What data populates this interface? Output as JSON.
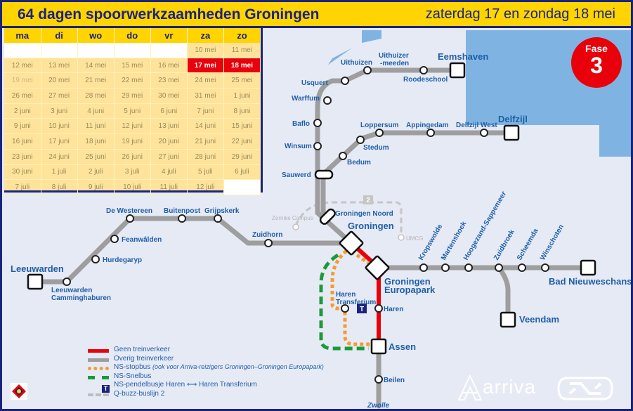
{
  "header": {
    "title": "64 dagen spoorwerkzaamheden Groningen",
    "date": "zaterdag 17 en zondag 18 mei"
  },
  "calendar": {
    "days": [
      "ma",
      "di",
      "wo",
      "do",
      "vr",
      "za",
      "zo"
    ],
    "rows": [
      [
        "",
        "",
        "",
        "",
        "",
        "10 mei",
        "11 mei"
      ],
      [
        "12 mei",
        "13 mei",
        "14 mei",
        "15 mei",
        "16 mei",
        "17 mei",
        "18 mei"
      ],
      [
        "19 mei",
        "20 mei",
        "21 mei",
        "22 mei",
        "23 mei",
        "24 mei",
        "25 mei"
      ],
      [
        "26 mei",
        "27 mei",
        "28 mei",
        "29 mei",
        "30 mei",
        "31 mei",
        "1 juni"
      ],
      [
        "2 juni",
        "3 juni",
        "4 juni",
        "5 juni",
        "6 juni",
        "7 juni",
        "8 juni"
      ],
      [
        "9 juni",
        "10 juni",
        "11 juni",
        "12 juni",
        "13 juni",
        "14 juni",
        "15 juni"
      ],
      [
        "16 juni",
        "17 juni",
        "18 juni",
        "19 juni",
        "20 juni",
        "21 juni",
        "22 juni"
      ],
      [
        "23 juni",
        "24 juni",
        "25 juni",
        "26 juni",
        "27 juni",
        "28 juni",
        "29 juni"
      ],
      [
        "30 juni",
        "1 juli",
        "2 juli",
        "3 juli",
        "4 juli",
        "5 juli",
        "6 juli"
      ],
      [
        "7 juli",
        "8 juli",
        "9 juli",
        "10 juli",
        "11 juli",
        "12 juli",
        ""
      ]
    ]
  },
  "fase": {
    "label": "Fase",
    "number": "3"
  },
  "stations": {
    "eemshaven": "Eemshaven",
    "uithuizermeeden": "Uithuizer",
    "uithuizermeeden2": "-meeden",
    "uithuizen": "Uithuizen",
    "roodeschool": "Roodeschool",
    "usquert": "Usquert",
    "warffum": "Warffum",
    "baflo": "Baflo",
    "winsum": "Winsum",
    "sauwerd": "Sauwerd",
    "loppersum": "Loppersum",
    "appingedam": "Appingedam",
    "delfzijl_west": "Delfzijl West",
    "delfzijl": "Delfzijl",
    "stedum": "Stedum",
    "bedum": "Bedum",
    "groningen_noord": "Groningen Noord",
    "groningen": "Groningen",
    "zernike": "Zernike Campus",
    "umcg": "UMCG",
    "zuidhorn": "Zuidhorn",
    "grijpskerk": "Grijpskerk",
    "buitenpost": "Buitenpost",
    "de_westereen": "De Westereen",
    "feanwalden": "Feanwâlden",
    "hurdegaryp": "Hurdegaryp",
    "leeuwarden": "Leeuwarden",
    "leeuwarden_camminghaburen": "Leeuwarden",
    "leeuwarden_camminghaburen2": "Camminghaburen",
    "groningen_europapark": "Groningen",
    "groningen_europapark2": "Europapark",
    "kropswolde": "Kropswolde",
    "martenshoek": "Martenshoek",
    "hoogezand": "Hoogezand-Sappemeer",
    "zuidbroek": "Zuidbroek",
    "scheemda": "Scheemda",
    "winschoten": "Winschoten",
    "bad_nieuweschans": "Bad Nieuweschans",
    "veendam": "Veendam",
    "haren": "Haren",
    "haren_transferium": "Haren",
    "haren_transferium2": "Transferium",
    "assen": "Assen",
    "beilen": "Beilen",
    "zwolle": "Zwolle",
    "bus_line_number": "2",
    "transferium_badge": "T"
  },
  "legend": [
    {
      "label": "Geen treinverkeer",
      "color": "#e8000a",
      "style": "solid"
    },
    {
      "label": "Overig treinverkeer",
      "color": "#9e9e9e",
      "style": "solid"
    },
    {
      "label": "NS-stopbus",
      "note": "(ook voor Arriva-reizigers Groningen–Groningen Europapark)",
      "color": "#f59b30",
      "style": "dotted"
    },
    {
      "label": "NS-Snelbus",
      "color": "#1a9b3a",
      "style": "dashed"
    },
    {
      "label": "NS-pendelbusje Haren ⟷ Haren Transferium",
      "color": "#1a237e",
      "style": "badge"
    },
    {
      "label": "Q-buzz-buslijn 2",
      "color": "#bdbdbd",
      "style": "dashed"
    }
  ],
  "logos": {
    "arriva": "arriva"
  }
}
